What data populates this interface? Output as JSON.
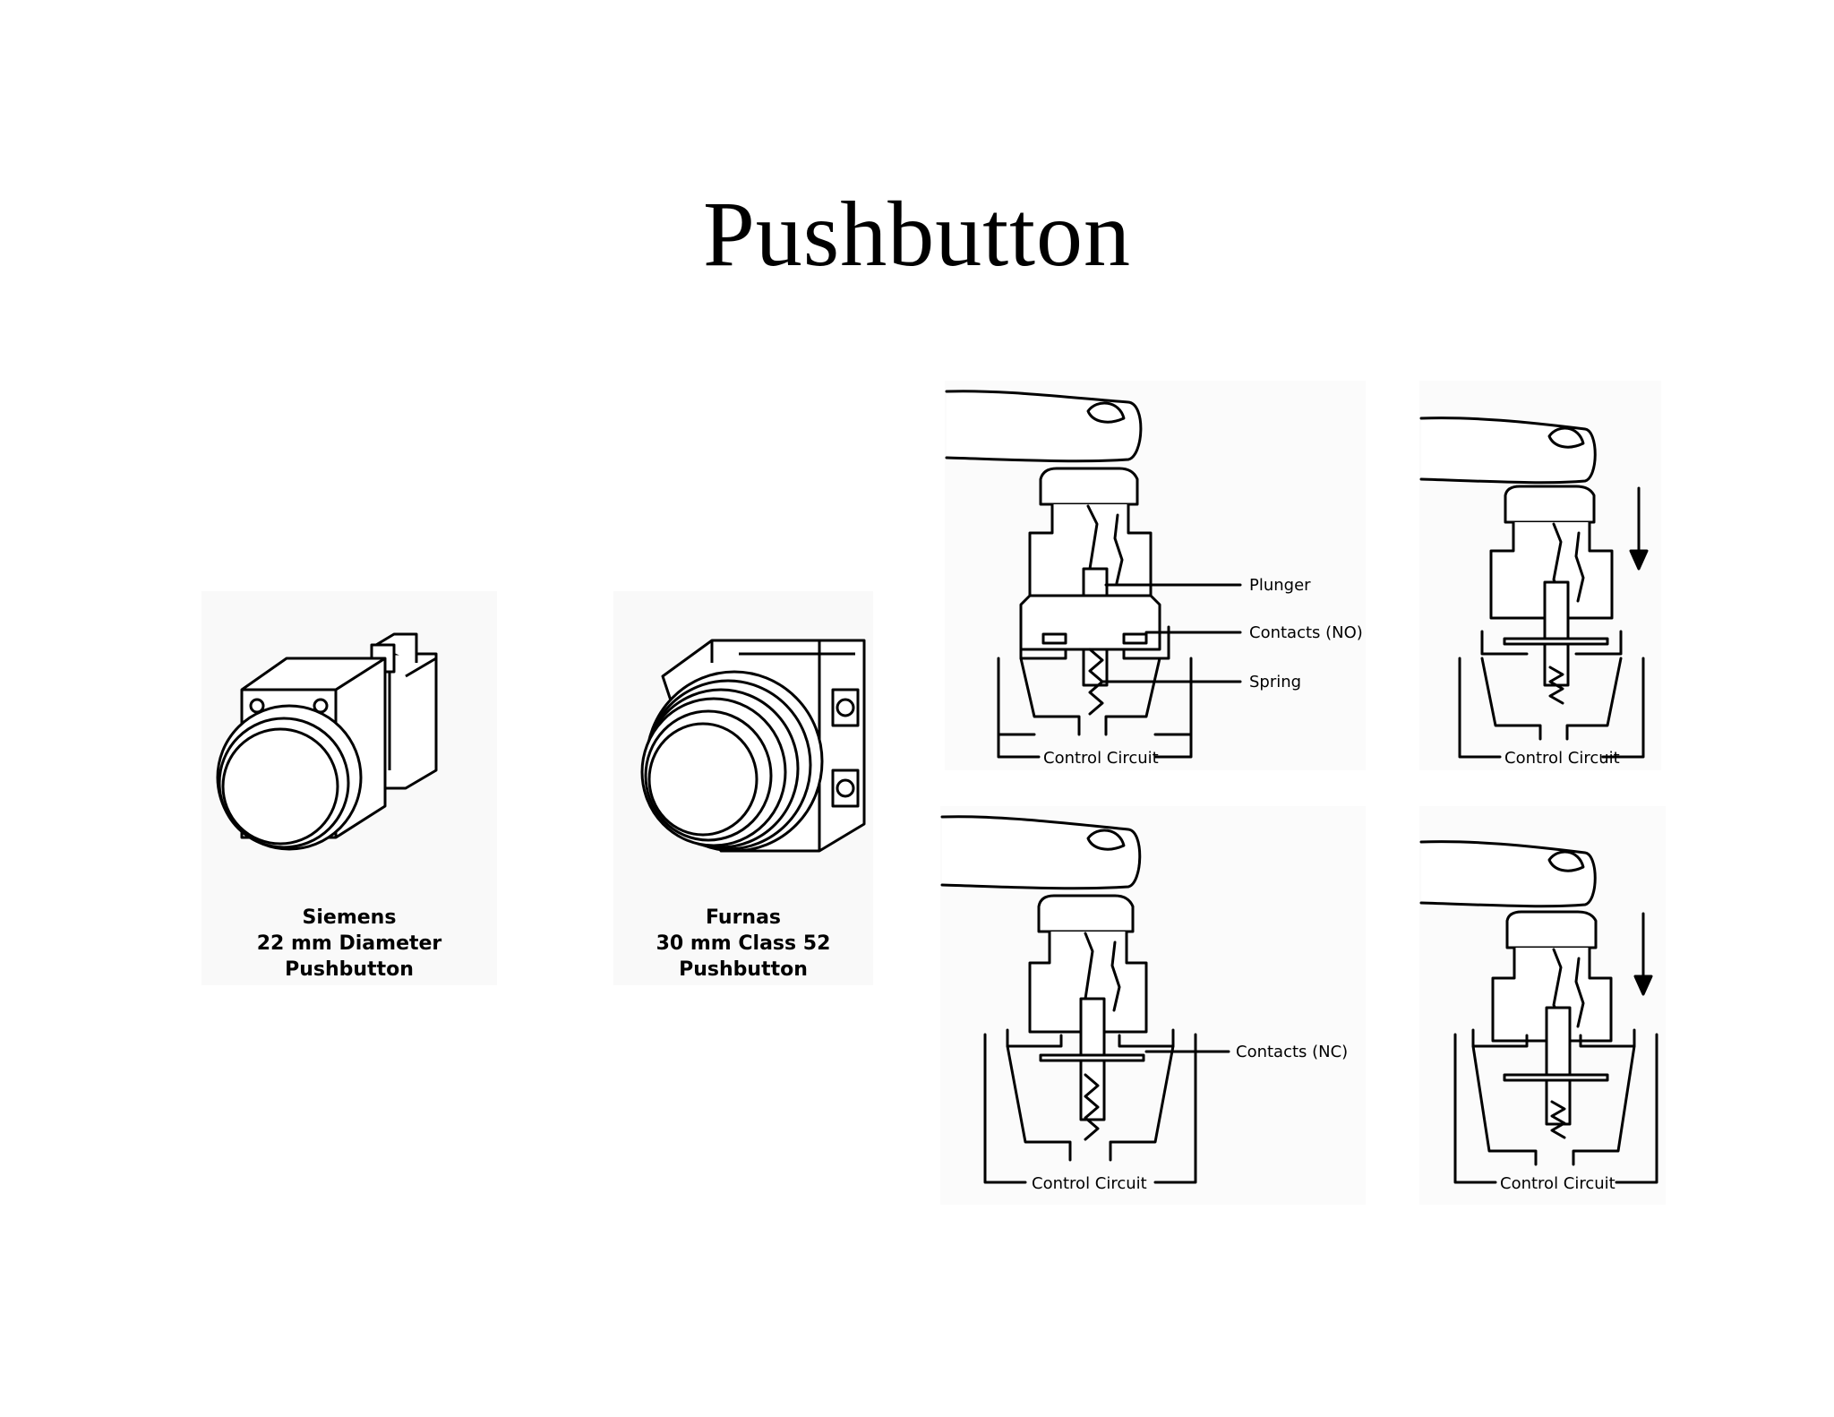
{
  "slide": {
    "title": "Pushbutton"
  },
  "products": [
    {
      "caption_lines": [
        "Siemens",
        "22 mm Diameter",
        "Pushbutton"
      ]
    },
    {
      "caption_lines": [
        "Furnas",
        "30 mm Class 52",
        "Pushbutton"
      ]
    }
  ],
  "diagrams": {
    "normally_open_released": {
      "labels": {
        "plunger": "Plunger",
        "contacts": "Contacts (NO)",
        "spring": "Spring",
        "control_circuit": "Control Circuit"
      }
    },
    "normally_open_pressed": {
      "labels": {
        "control_circuit": "Control Circuit"
      }
    },
    "normally_closed_released": {
      "labels": {
        "contacts": "Contacts (NC)",
        "control_circuit": "Control Circuit"
      }
    },
    "normally_closed_pressed": {
      "labels": {
        "control_circuit": "Control Circuit"
      }
    }
  }
}
